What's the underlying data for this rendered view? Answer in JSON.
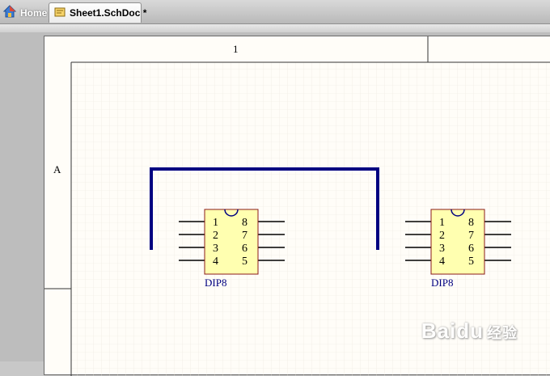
{
  "tabs": [
    {
      "label": "Home",
      "icon": "home-icon"
    },
    {
      "label": "Sheet1.SchDoc *",
      "icon": "schdoc-icon"
    }
  ],
  "sheet": {
    "column_zone": "1",
    "row_zone": "A"
  },
  "components": [
    {
      "designator": "DIP8",
      "pins_left": [
        "1",
        "2",
        "3",
        "4"
      ],
      "pins_right": [
        "8",
        "7",
        "6",
        "5"
      ]
    },
    {
      "designator": "DIP8",
      "pins_left": [
        "1",
        "2",
        "3",
        "4"
      ],
      "pins_right": [
        "8",
        "7",
        "6",
        "5"
      ]
    }
  ],
  "colors": {
    "wire": "#000080",
    "body_fill": "#ffffb0",
    "body_stroke": "#8b1a1a",
    "designator": "#000080",
    "grid": "#e8e6df"
  },
  "watermark": {
    "brand": "Baidu",
    "sub": "经验"
  }
}
